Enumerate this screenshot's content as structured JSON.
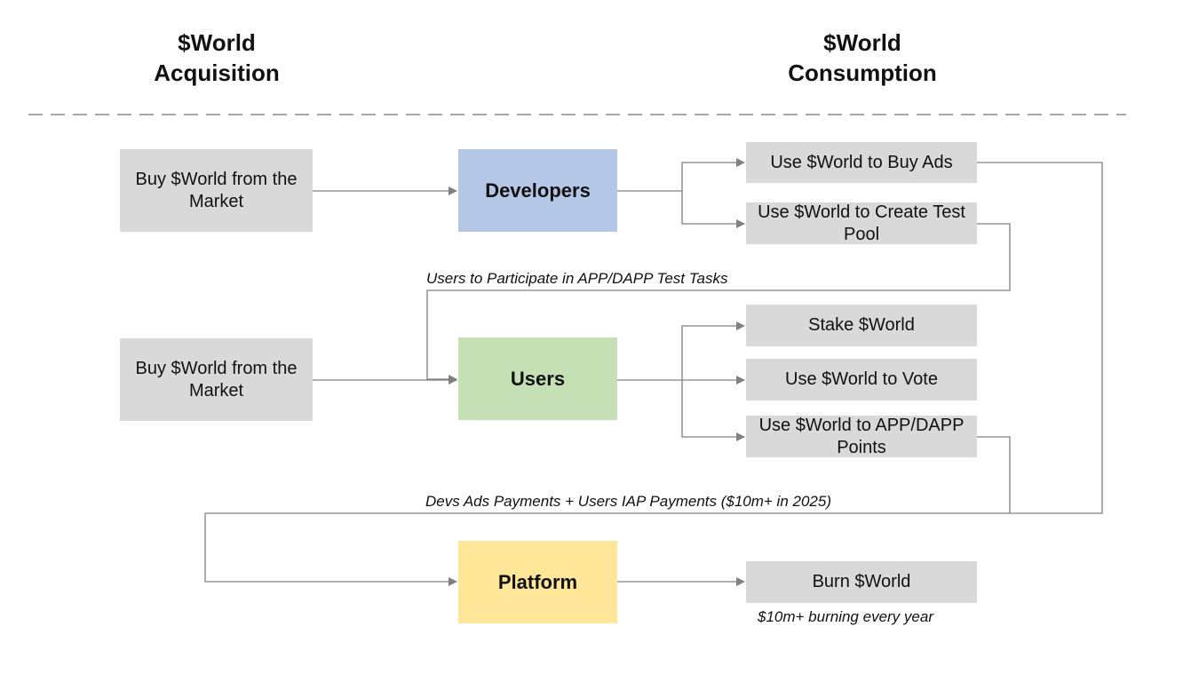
{
  "headings": {
    "acquisition": {
      "line1": "$World",
      "line2": "Acquisition"
    },
    "consumption": {
      "line1": "$World",
      "line2": "Consumption"
    }
  },
  "sources": {
    "developers_market": "Buy $World from the Market",
    "users_market": "Buy $World from the Market"
  },
  "actors": {
    "developers": {
      "label": "Developers",
      "color": "#b4c7e7"
    },
    "users": {
      "label": "Users",
      "color": "#c5e0b4"
    },
    "platform": {
      "label": "Platform",
      "color": "#ffe699"
    }
  },
  "uses": {
    "buy_ads": "Use $World to Buy Ads",
    "create_test_pool": "Use $World to Create Test Pool",
    "stake": "Stake $World",
    "vote": "Use $World to Vote",
    "app_points": "Use $World to APP/DAPP Points",
    "burn": "Burn $World"
  },
  "notes": {
    "test_tasks": "Users to Participate in APP/DAPP Test Tasks",
    "payments": "Devs Ads Payments + Users IAP Payments ($10m+ in 2025)",
    "burning": "$10m+ burning every year"
  },
  "colors": {
    "box_gray": "#d9d9d9",
    "line": "#808080",
    "divider": "#a6a6a6"
  }
}
